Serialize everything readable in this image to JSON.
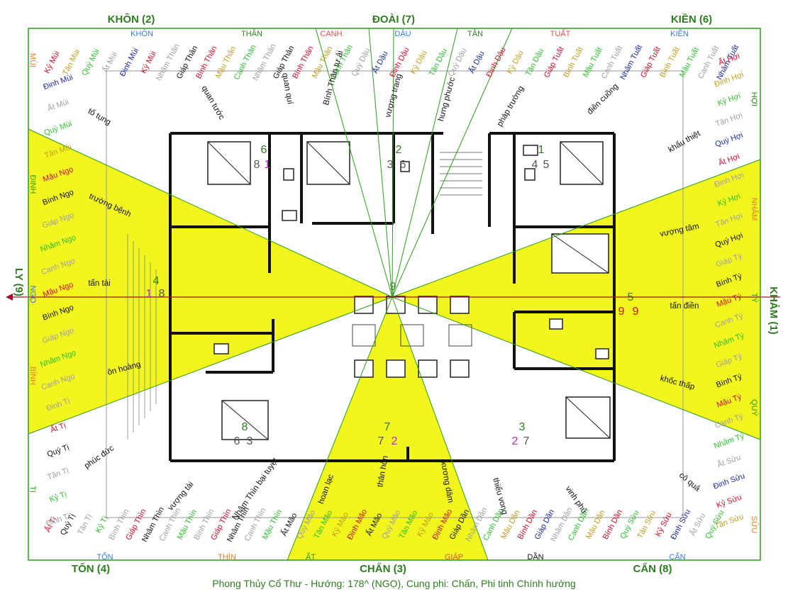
{
  "caption": "Phong Thủy Cổ Thư - Hướng: 178^ (NGỌ), Cung phi: Chấn, Phi tinh Chính hướng",
  "colors": {
    "frame": "#2e9c1e",
    "highlight": "#f2f51e",
    "axis": "#a0102a",
    "wall": "#111111"
  },
  "bagua": [
    {
      "id": "khon",
      "text": "KHÔN (2)"
    },
    {
      "id": "doai",
      "text": "ĐOÀI (7)"
    },
    {
      "id": "kien",
      "text": "KIỀN (6)"
    },
    {
      "id": "ly",
      "text": "LY (9)"
    },
    {
      "id": "kham",
      "text": "KHẢM (1)"
    },
    {
      "id": "ton",
      "text": "TỐN (4)"
    },
    {
      "id": "chan",
      "text": "CHẤN (3)"
    },
    {
      "id": "can",
      "text": "CẤN (8)"
    }
  ],
  "sectors": [
    {
      "text": "KHÔN",
      "color": "#3a7bd5"
    },
    {
      "text": "THÂN",
      "color": "#2e7d1f"
    },
    {
      "text": "CANH",
      "color": "#e05050"
    },
    {
      "text": "DẬU",
      "color": "#3a7bd5"
    },
    {
      "text": "TÂN",
      "color": "#2e7d1f"
    },
    {
      "text": "TUẤT",
      "color": "#e05050"
    },
    {
      "text": "KIỀN",
      "color": "#3a7bd5"
    },
    {
      "text": "HỢI",
      "color": "#2e7d1f"
    },
    {
      "text": "NHÂM",
      "color": "#e08030"
    },
    {
      "text": "TÝ",
      "color": "#2e9c1e"
    },
    {
      "text": "QUÝ",
      "color": "#2e9c1e"
    },
    {
      "text": "SỬU",
      "color": "#e08030"
    },
    {
      "text": "CẤN",
      "color": "#3a7bd5"
    },
    {
      "text": "DẦN",
      "color": "#111111"
    },
    {
      "text": "GIÁP",
      "color": "#e05050"
    },
    {
      "text": "ẤT",
      "color": "#2e9c1e"
    },
    {
      "text": "THÌN",
      "color": "#e08030"
    },
    {
      "text": "TỐN",
      "color": "#3a7bd5"
    },
    {
      "text": "TỊ",
      "color": "#2e9c1e"
    },
    {
      "text": "BÍNH",
      "color": "#e08030"
    },
    {
      "text": "ĐINH",
      "color": "#2e9c1e"
    },
    {
      "text": "NGỌ",
      "color": "#3a7bd5"
    },
    {
      "text": "MÙI",
      "color": "#e08030"
    }
  ],
  "ring": [
    {
      "text": "Kỷ Mùi",
      "color": "#d0102a"
    },
    {
      "text": "Tân Mùi",
      "color": "#c0a020"
    },
    {
      "text": "Quý Mùi",
      "color": "#30c030"
    },
    {
      "text": "Ất Mùi",
      "color": "#a0a0a0"
    },
    {
      "text": "Đinh Mùi",
      "color": "#1a2aa0"
    },
    {
      "text": "Kỷ Mùi",
      "color": "#d0102a"
    },
    {
      "text": "Nhâm Thân",
      "color": "#a0a0a0"
    },
    {
      "text": "Giáp Thân",
      "color": "#111111"
    },
    {
      "text": "Bính Thân",
      "color": "#d0102a"
    },
    {
      "text": "Mậu Thân",
      "color": "#c0a020"
    },
    {
      "text": "Canh Thân",
      "color": "#30c030"
    },
    {
      "text": "Nhâm Thân",
      "color": "#a0a0a0"
    },
    {
      "text": "Giáp Thân",
      "color": "#111111"
    },
    {
      "text": "Bính Thân",
      "color": "#d0102a"
    },
    {
      "text": "Mậu Thân",
      "color": "#c0a020"
    },
    {
      "text": "Canh Thân",
      "color": "#30c030"
    },
    {
      "text": "Quý Dậu",
      "color": "#a0a0a0"
    },
    {
      "text": "Ất Dậu",
      "color": "#1a2aa0"
    },
    {
      "text": "Đinh Dậu",
      "color": "#d0102a"
    },
    {
      "text": "Kỷ Dậu",
      "color": "#c0a020"
    },
    {
      "text": "Tân Dậu",
      "color": "#30c030"
    },
    {
      "text": "Quý Dậu",
      "color": "#a0a0a0"
    },
    {
      "text": "Ất Dậu",
      "color": "#1a2aa0"
    },
    {
      "text": "Đinh Dậu",
      "color": "#d0102a"
    },
    {
      "text": "Kỷ Dậu",
      "color": "#c0a020"
    },
    {
      "text": "Tân Dậu",
      "color": "#30c030"
    },
    {
      "text": "Giáp Tuất",
      "color": "#d0102a"
    },
    {
      "text": "Bính Tuất",
      "color": "#c0a020"
    },
    {
      "text": "Mậu Tuất",
      "color": "#30c030"
    },
    {
      "text": "Canh Tuất",
      "color": "#a0a0a0"
    },
    {
      "text": "Nhâm Tuất",
      "color": "#1a2aa0"
    },
    {
      "text": "Giáp Tuất",
      "color": "#d0102a"
    },
    {
      "text": "Bính Tuất",
      "color": "#c0a020"
    },
    {
      "text": "Mậu Tuất",
      "color": "#30c030"
    },
    {
      "text": "Canh Tuất",
      "color": "#a0a0a0"
    },
    {
      "text": "Nhâm Tuất",
      "color": "#1a2aa0"
    },
    {
      "text": "Ất Hợi",
      "color": "#d0102a"
    },
    {
      "text": "Đinh Hợi",
      "color": "#c0a020"
    },
    {
      "text": "Kỷ Hợi",
      "color": "#30c030"
    },
    {
      "text": "Tân Hợi",
      "color": "#a0a0a0"
    },
    {
      "text": "Quý Hợi",
      "color": "#1a2aa0"
    },
    {
      "text": "Ất Hợi",
      "color": "#d0102a"
    },
    {
      "text": "Đinh Hợi",
      "color": "#a0a0a0"
    },
    {
      "text": "Kỷ Hợi",
      "color": "#30c030"
    },
    {
      "text": "Tân Hợi",
      "color": "#a0a0a0"
    },
    {
      "text": "Quý Hợi",
      "color": "#111111"
    },
    {
      "text": "Giáp Tý",
      "color": "#a0a0a0"
    },
    {
      "text": "Bính Tý",
      "color": "#111111"
    },
    {
      "text": "Mậu Tý",
      "color": "#d0102a"
    },
    {
      "text": "Canh Tý",
      "color": "#a0a0a0"
    },
    {
      "text": "Nhâm Tý",
      "color": "#30c030"
    },
    {
      "text": "Giáp Tý",
      "color": "#a0a0a0"
    },
    {
      "text": "Bính Tý",
      "color": "#111111"
    },
    {
      "text": "Mậu Tý",
      "color": "#d0102a"
    },
    {
      "text": "Canh Tý",
      "color": "#a0a0a0"
    },
    {
      "text": "Nhâm Tý",
      "color": "#30c030"
    },
    {
      "text": "Ất Sửu",
      "color": "#a0a0a0"
    },
    {
      "text": "Đinh Sửu",
      "color": "#1a2aa0"
    },
    {
      "text": "Kỷ Sửu",
      "color": "#d0102a"
    },
    {
      "text": "Tân Sửu",
      "color": "#c0a020"
    },
    {
      "text": "Quý Sửu",
      "color": "#30c030"
    },
    {
      "text": "Ất Sửu",
      "color": "#a0a0a0"
    },
    {
      "text": "Đinh Sửu",
      "color": "#1a2aa0"
    },
    {
      "text": "Kỷ Sửu",
      "color": "#d0102a"
    },
    {
      "text": "Tân Sửu",
      "color": "#c0a020"
    },
    {
      "text": "Quý Sửu",
      "color": "#30c030"
    },
    {
      "text": "Bính Dần",
      "color": "#d0102a"
    },
    {
      "text": "Mậu Dần",
      "color": "#c0a020"
    },
    {
      "text": "Canh Dần",
      "color": "#30c030"
    },
    {
      "text": "Nhâm Dần",
      "color": "#a0a0a0"
    },
    {
      "text": "Giáp Dần",
      "color": "#1a2aa0"
    },
    {
      "text": "Bính Dần",
      "color": "#d0102a"
    },
    {
      "text": "Mậu Dần",
      "color": "#c0a020"
    },
    {
      "text": "Canh Dần",
      "color": "#30c030"
    },
    {
      "text": "Nhâm Dần",
      "color": "#a0a0a0"
    },
    {
      "text": "Giáp Dần",
      "color": "#111111"
    },
    {
      "text": "Đinh Mão",
      "color": "#d0102a"
    },
    {
      "text": "Kỷ Mão",
      "color": "#c0a020"
    },
    {
      "text": "Tân Mão",
      "color": "#30c030"
    },
    {
      "text": "Quý Mão",
      "color": "#a0a0a0"
    },
    {
      "text": "Ất Mão",
      "color": "#111111"
    },
    {
      "text": "Đinh Mão",
      "color": "#d0102a"
    },
    {
      "text": "Kỷ Mão",
      "color": "#c0a020"
    },
    {
      "text": "Tân Mão",
      "color": "#30c030"
    },
    {
      "text": "Quý Mão",
      "color": "#a0a0a0"
    },
    {
      "text": "Ất Mão",
      "color": "#111111"
    },
    {
      "text": "Mậu Thìn",
      "color": "#30c030"
    },
    {
      "text": "Canh Thìn",
      "color": "#a0a0a0"
    },
    {
      "text": "Nhâm Thìn",
      "color": "#111111"
    },
    {
      "text": "Giáp Thìn",
      "color": "#d0102a"
    },
    {
      "text": "Bính Thìn",
      "color": "#a0a0a0"
    },
    {
      "text": "Mậu Thìn",
      "color": "#30c030"
    },
    {
      "text": "Canh Thìn",
      "color": "#a0a0a0"
    },
    {
      "text": "Nhâm Thìn",
      "color": "#111111"
    },
    {
      "text": "Giáp Thìn",
      "color": "#d0102a"
    },
    {
      "text": "Bính Thìn",
      "color": "#a0a0a0"
    },
    {
      "text": "Kỷ Tị",
      "color": "#30c030"
    },
    {
      "text": "Tân Tị",
      "color": "#a0a0a0"
    },
    {
      "text": "Quý Tị",
      "color": "#111111"
    },
    {
      "text": "Ất Tị",
      "color": "#d0102a"
    },
    {
      "text": "Đinh Tị",
      "color": "#a0a0a0"
    },
    {
      "text": "Kỷ Tị",
      "color": "#30c030"
    },
    {
      "text": "Tân Tị",
      "color": "#a0a0a0"
    },
    {
      "text": "Quý Tị",
      "color": "#111111"
    },
    {
      "text": "Ất Tị",
      "color": "#d0102a"
    },
    {
      "text": "Đinh Tị",
      "color": "#a0a0a0"
    },
    {
      "text": "Canh Ngọ",
      "color": "#a0a0a0"
    },
    {
      "text": "Nhâm Ngọ",
      "color": "#30c030"
    },
    {
      "text": "Giáp Ngọ",
      "color": "#a0a0a0"
    },
    {
      "text": "Bính Ngọ",
      "color": "#111111"
    },
    {
      "text": "Mậu Ngọ",
      "color": "#d0102a"
    },
    {
      "text": "Canh Ngọ",
      "color": "#a0a0a0"
    },
    {
      "text": "Nhâm Ngọ",
      "color": "#30c030"
    },
    {
      "text": "Giáp Ngọ",
      "color": "#a0a0a0"
    },
    {
      "text": "Bính Ngọ",
      "color": "#111111"
    },
    {
      "text": "Mậu Ngọ",
      "color": "#d0102a"
    },
    {
      "text": "Tân Mùi",
      "color": "#c0a020"
    },
    {
      "text": "Quý Mùi",
      "color": "#30c030"
    },
    {
      "text": "Ất Mùi",
      "color": "#a0a0a0"
    },
    {
      "text": "Đinh Mùi",
      "color": "#1a2aa0"
    }
  ],
  "notes": [
    {
      "text": "quan tước",
      "color": "#d0102a"
    },
    {
      "text": "quan quí",
      "color": "#d0102a"
    },
    {
      "text": "Bính Thân tự ải",
      "color": "#111111"
    },
    {
      "text": "vượng trang",
      "color": "#d0102a"
    },
    {
      "text": "hưng phước",
      "color": "#d0102a"
    },
    {
      "text": "pháp trường",
      "color": "#111111"
    },
    {
      "text": "điên cuồng",
      "color": "#111111"
    },
    {
      "text": "tố tụng",
      "color": "#111111"
    },
    {
      "text": "khẩu thiệt",
      "color": "#111111"
    },
    {
      "text": "trường bệnh",
      "color": "#111111"
    },
    {
      "text": "vượng tâm",
      "color": "#d0102a"
    },
    {
      "text": "tấn tài",
      "color": "#d0102a"
    },
    {
      "text": "tấn điền",
      "color": "#d0102a"
    },
    {
      "text": "ôn hoàng",
      "color": "#111111"
    },
    {
      "text": "khốc thấp",
      "color": "#111111"
    },
    {
      "text": "phúc đức",
      "color": "#d0102a"
    },
    {
      "text": "cô quả",
      "color": "#111111"
    },
    {
      "text": "vượng tài",
      "color": "#d0102a"
    },
    {
      "text": "vinh phú",
      "color": "#d0102a"
    },
    {
      "text": "Nhâm Thìn bại tuyệt",
      "color": "#111111"
    },
    {
      "text": "hoan lạc",
      "color": "#d0102a"
    },
    {
      "text": "thân hôn",
      "color": "#d0102a"
    },
    {
      "text": "xương dâm",
      "color": "#111111"
    },
    {
      "text": "thiểu vong",
      "color": "#111111"
    }
  ],
  "stars": [
    {
      "text": "6",
      "color": "#2e7d1f"
    },
    {
      "text": "8",
      "color": "#555555"
    },
    {
      "text": "1",
      "color": "#b030b0"
    },
    {
      "text": "2",
      "color": "#2e7d1f"
    },
    {
      "text": "3",
      "color": "#555555"
    },
    {
      "text": "6",
      "color": "#555555"
    },
    {
      "text": "1",
      "color": "#2e7d1f"
    },
    {
      "text": "4",
      "color": "#555555"
    },
    {
      "text": "5",
      "color": "#555555"
    },
    {
      "text": "4",
      "color": "#2e7d1f"
    },
    {
      "text": "1",
      "color": "#b030b0"
    },
    {
      "text": "8",
      "color": "#555555"
    },
    {
      "text": "9",
      "color": "#2e7d1f"
    },
    {
      "text": "5",
      "color": "#2e7d1f"
    },
    {
      "text": "9",
      "color": "#d0102a"
    },
    {
      "text": "9",
      "color": "#d0102a"
    },
    {
      "text": "8",
      "color": "#2e7d1f"
    },
    {
      "text": "6",
      "color": "#555555"
    },
    {
      "text": "3",
      "color": "#555555"
    },
    {
      "text": "7",
      "color": "#2e7d1f"
    },
    {
      "text": "7",
      "color": "#555555"
    },
    {
      "text": "2",
      "color": "#b030b0"
    },
    {
      "text": "3",
      "color": "#2e7d1f"
    },
    {
      "text": "2",
      "color": "#b030b0"
    },
    {
      "text": "7",
      "color": "#555555"
    }
  ]
}
